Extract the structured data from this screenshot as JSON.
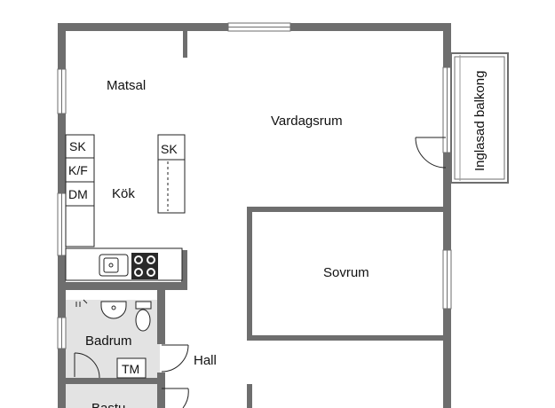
{
  "rooms": {
    "matsal": "Matsal",
    "vardagsrum": "Vardagsrum",
    "kok": "Kök",
    "sovrum": "Sovrum",
    "badrum": "Badrum",
    "hall": "Hall",
    "bastu": "Bastu",
    "balkong": "Inglasad balkong"
  },
  "fixtures": {
    "sk_wall": "SK",
    "kf": "K/F",
    "dm": "DM",
    "sk_island": "SK",
    "tm": "TM"
  },
  "colors": {
    "wall": "#6e6e6e",
    "wet_room_floor": "#e3e3e3",
    "line": "#222222"
  }
}
